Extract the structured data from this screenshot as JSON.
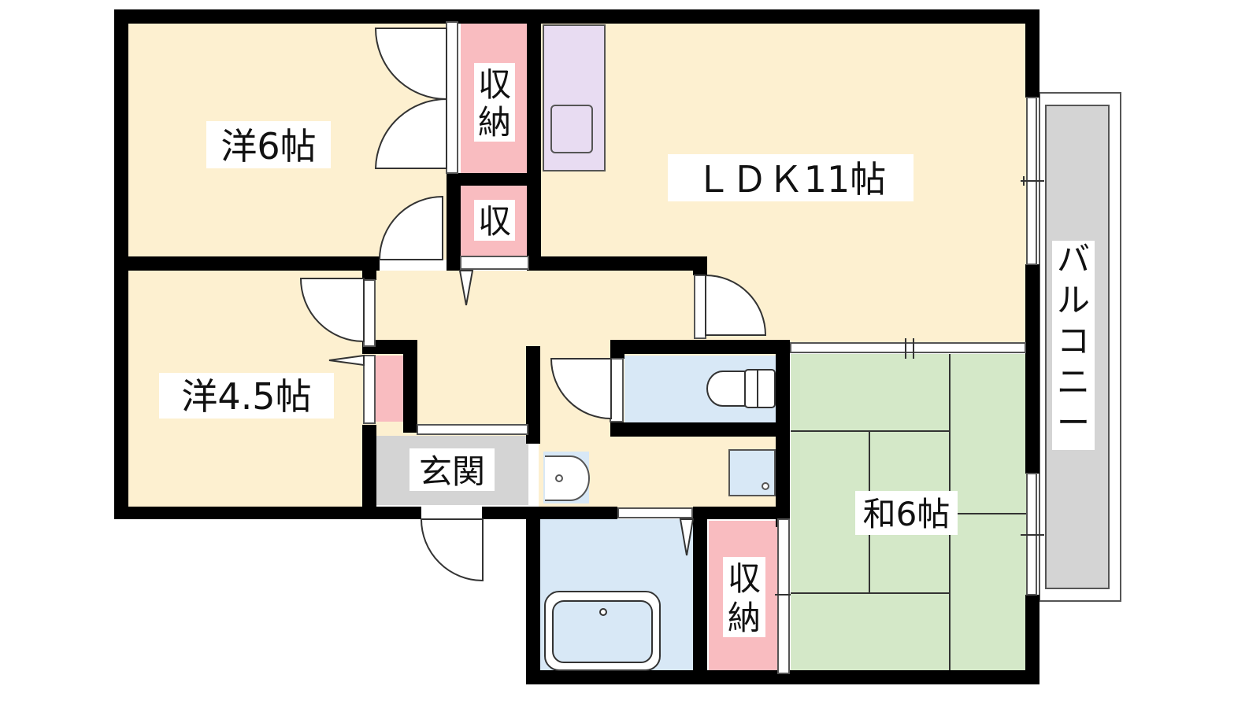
{
  "colors": {
    "wall": "#000000",
    "room": "#fdf0d0",
    "storage": "#f9bcc0",
    "japanese_room": "#d4e8c8",
    "wet_area": "#d8e8f6",
    "kitchen": "#e8dcf2",
    "entrance": "#d4d4d4",
    "balcony": "#d4d4d4"
  },
  "rooms": {
    "western_6": "洋6帖",
    "western_45": "洋4.5帖",
    "ldk": "ＬＤＫ11帖",
    "japanese_6": "和6帖",
    "entrance": "玄関",
    "storage_top": [
      "収",
      "納"
    ],
    "storage_small": "収",
    "storage_bottom": [
      "収",
      "納"
    ],
    "balcony": [
      "バ",
      "ル",
      "コ",
      "ニ",
      "ー"
    ]
  },
  "icons": [
    "door-icon",
    "toilet-icon",
    "sink-icon",
    "bathtub-icon",
    "stove-icon",
    "washing-machine-icon"
  ]
}
